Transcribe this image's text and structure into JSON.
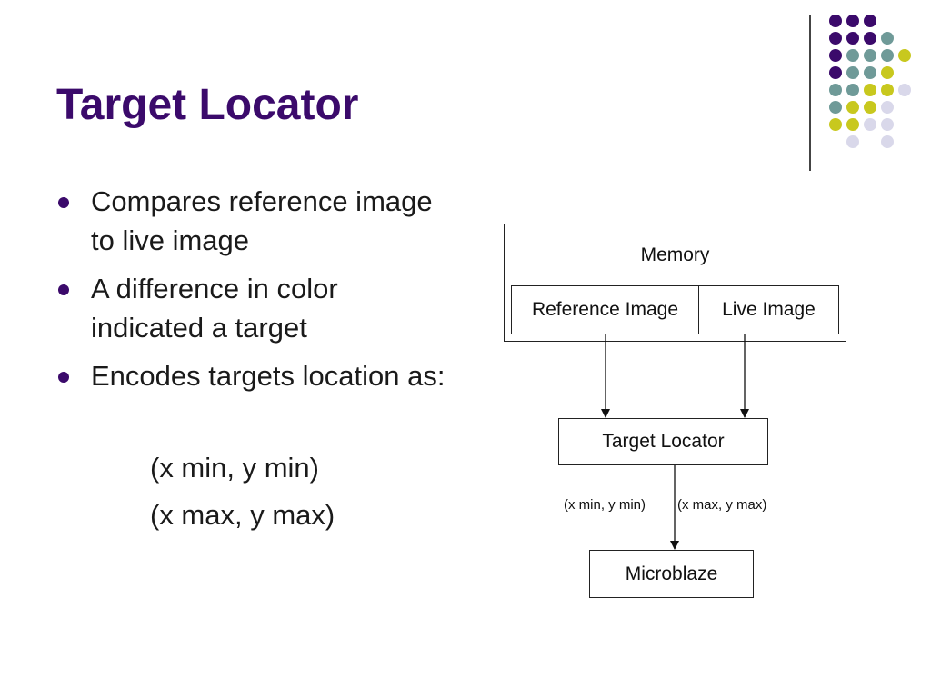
{
  "slide": {
    "title": "Target Locator",
    "bullets": [
      "Compares reference image to live image",
      "A difference in color indicated a target",
      "Encodes targets location as:"
    ],
    "coordinates": [
      "(x min, y min)",
      "(x max, y max)"
    ]
  },
  "diagram": {
    "memory_label": "Memory",
    "reference_image_label": "Reference Image",
    "live_image_label": "Live Image",
    "target_locator_label": "Target Locator",
    "edge_label_min": "(x min, y min)",
    "edge_label_max": "(x max, y max)",
    "microblaze_label": "Microblaze"
  },
  "theme": {
    "title_color": "#3b0a6b",
    "dot_colors": {
      "purple": "#3b0a6b",
      "teal": "#6f9a98",
      "yellow": "#c8c81e",
      "lavender": "#d9d8ea"
    }
  }
}
